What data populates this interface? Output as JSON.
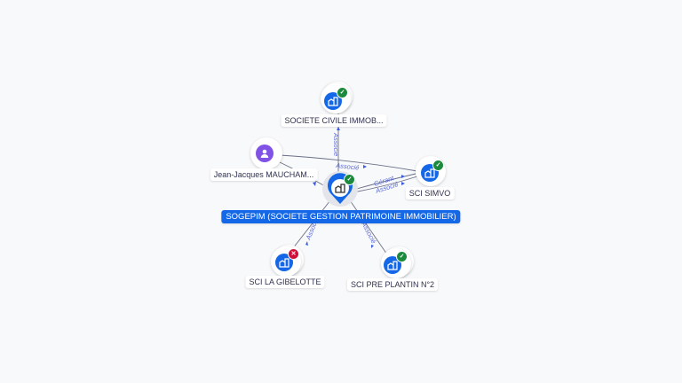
{
  "colors": {
    "company": "#1467e6",
    "person": "#8152e6",
    "active_badge": "#1c8a3c",
    "closed_badge": "#d0103a",
    "edge_label": "#5c6bd6"
  },
  "center": {
    "label": "SOGEPIM (SOCIETE GESTION PATRIMOINE IMMOBILIER)",
    "icon": "building-icon",
    "status": "active"
  },
  "nodes": [
    {
      "id": "societe-civile",
      "label": "SOCIETE CIVILE IMMOB...",
      "type": "company",
      "icon": "building-icon",
      "status": "active"
    },
    {
      "id": "jean-jacques",
      "label": "Jean-Jacques MAUCHAM...",
      "type": "person",
      "icon": "person-icon",
      "status": "none"
    },
    {
      "id": "sci-simvo",
      "label": "SCI SIMVO",
      "type": "company",
      "icon": "building-icon",
      "status": "active"
    },
    {
      "id": "sci-la-gibelotte",
      "label": "SCI LA GIBELOTTE",
      "type": "company",
      "icon": "building-icon",
      "status": "closed"
    },
    {
      "id": "sci-pre-plantin",
      "label": "SCI PRE PLANTIN N°2",
      "type": "company",
      "icon": "building-icon",
      "status": "active"
    }
  ],
  "edges": [
    {
      "from": "center",
      "to": "societe-civile",
      "label": "Associé"
    },
    {
      "from": "jean-jacques",
      "to": "sci-simvo",
      "label": "Associé"
    },
    {
      "from": "jean-jacques",
      "to": "center",
      "label": ""
    },
    {
      "from": "center",
      "to": "sci-simvo",
      "label": "Gérant"
    },
    {
      "from": "center",
      "to": "sci-simvo",
      "label": "Associé"
    },
    {
      "from": "center",
      "to": "sci-la-gibelotte",
      "label": "Associé"
    },
    {
      "from": "center",
      "to": "sci-pre-plantin",
      "label": "Associé"
    }
  ]
}
